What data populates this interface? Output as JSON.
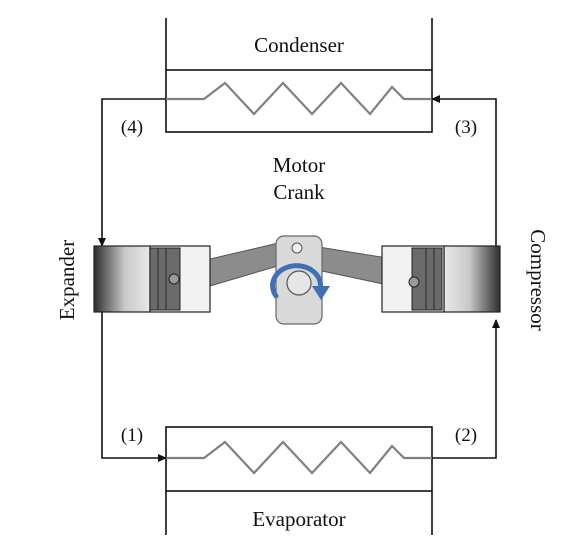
{
  "labels": {
    "condenser": "Condenser",
    "evaporator": "Evaporator",
    "expander": "Expander",
    "compressor": "Compressor",
    "motor": "Motor",
    "crank": "Crank",
    "state_1": "(1)",
    "state_2": "(2)",
    "state_3": "(3)",
    "state_4": "(4)"
  },
  "colors": {
    "line": "#111111",
    "coil": "#808080",
    "cylinder_dark": "#3a3a3a",
    "cylinder_light": "#f2f2f2",
    "piston": "#6b6b6b",
    "rod": "#8c8c8c",
    "crank_body": "#d9d9d9",
    "rotation_arrow": "#3f6fb5"
  },
  "icons": {
    "rotation": "curved-arrow-clockwise-icon"
  }
}
